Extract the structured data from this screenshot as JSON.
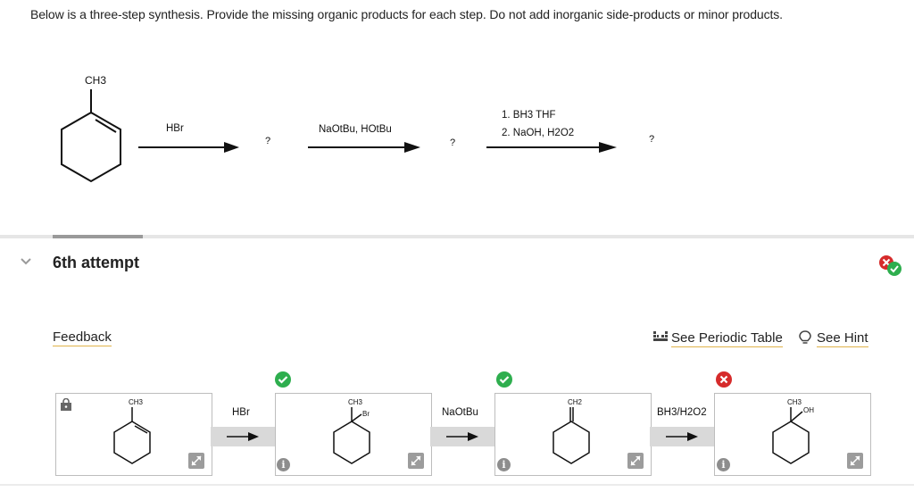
{
  "question": {
    "text": "Below is a three-step synthesis. Provide the missing organic products for each step. Do not add inorganic side-products or minor products."
  },
  "scheme": {
    "start_label": "CH3",
    "steps": [
      {
        "reagent_line1": "HBr",
        "reagent_line2": "",
        "product": "?"
      },
      {
        "reagent_line1": "NaOtBu, HOtBu",
        "reagent_line2": "",
        "product": "?"
      },
      {
        "reagent_line1": "1. BH3 THF",
        "reagent_line2": "2. NaOH, H2O2",
        "product": "?"
      }
    ]
  },
  "attempt": {
    "title": "6th attempt",
    "feedback_label": "Feedback",
    "periodic_table_label": "See Periodic Table",
    "hint_label": "See Hint"
  },
  "answer_row": {
    "boxes": [
      {
        "label": "CH3",
        "sub_label": ""
      },
      {
        "label": "CH3",
        "sub_label": "Br"
      },
      {
        "label": "CH2",
        "sub_label": ""
      },
      {
        "label": "CH3",
        "sub_label": "OH"
      }
    ],
    "reagents": [
      "HBr",
      "NaOtBu",
      "BH3/H2O2"
    ],
    "status": [
      "correct",
      "correct",
      "incorrect"
    ]
  },
  "colors": {
    "correct": "#2eae4e",
    "incorrect": "#d62b2b",
    "accent_underline": "#e0b34a"
  },
  "icons": [
    "chevron-down-icon",
    "lock-icon",
    "info-icon",
    "expand-icon",
    "check-icon",
    "x-icon",
    "periodic-table-icon",
    "lightbulb-icon",
    "status-badge-icon"
  ]
}
